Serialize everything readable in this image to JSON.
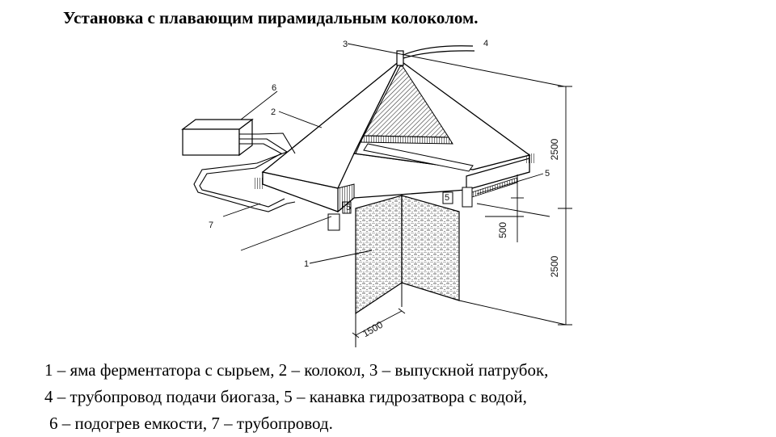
{
  "title": "Установка с плавающим пирамидальным колоколом.",
  "diagram": {
    "labels": {
      "l1": "1",
      "l2": "2",
      "l3": "3",
      "l4": "4",
      "l5": "5",
      "l6": "6",
      "l7": "7",
      "l5a": "5",
      "l5b": "5"
    },
    "dimensions": {
      "top_height": "2500",
      "bottom_height": "2500",
      "gap": "500",
      "width": "1500"
    }
  },
  "caption": {
    "line1": "1 – яма ферментатора с сырьем, 2 – колокол, 3 – выпускной патрубок,",
    "line2": "4 – трубопровод подачи биогаза, 5 – канавка гидрозатвора с водой,",
    "line3": "6  –  подогрев  емкости,  7  –  трубопровод."
  }
}
